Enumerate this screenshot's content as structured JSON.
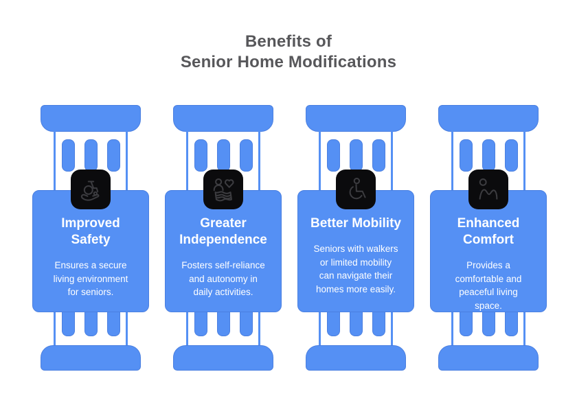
{
  "canvas": {
    "background": "#FFFFFF"
  },
  "colors": {
    "blue": "#5590F4",
    "blue_edge": "#4A7FE0",
    "heading_text": "#57575A",
    "icon_box_bg": "#0B0B0D",
    "icon_stroke": "#3C3C40",
    "card_text": "#FFFFFF"
  },
  "heading": {
    "text": "Benefits of\nSenior Home Modifications"
  },
  "columns": [
    {
      "icon": "hand-supporting-wheelchair-icon",
      "title": "Improved\nSafety",
      "description": "Ensures a secure\nliving environment\nfor seniors."
    },
    {
      "icon": "person-heart-flag-icon",
      "title": "Greater\nIndependence",
      "description": "Fosters self-reliance\nand autonomy in\ndaily activities."
    },
    {
      "icon": "wheelchair-user-icon",
      "title": "Better Mobility",
      "description": "Seniors with walkers\nor limited mobility\ncan navigate their\nhomes more easily."
    },
    {
      "icon": "person-relaxing-icon",
      "title": "Enhanced\nComfort",
      "description": "Provides a\ncomfortable and\npeaceful living\nspace."
    }
  ]
}
